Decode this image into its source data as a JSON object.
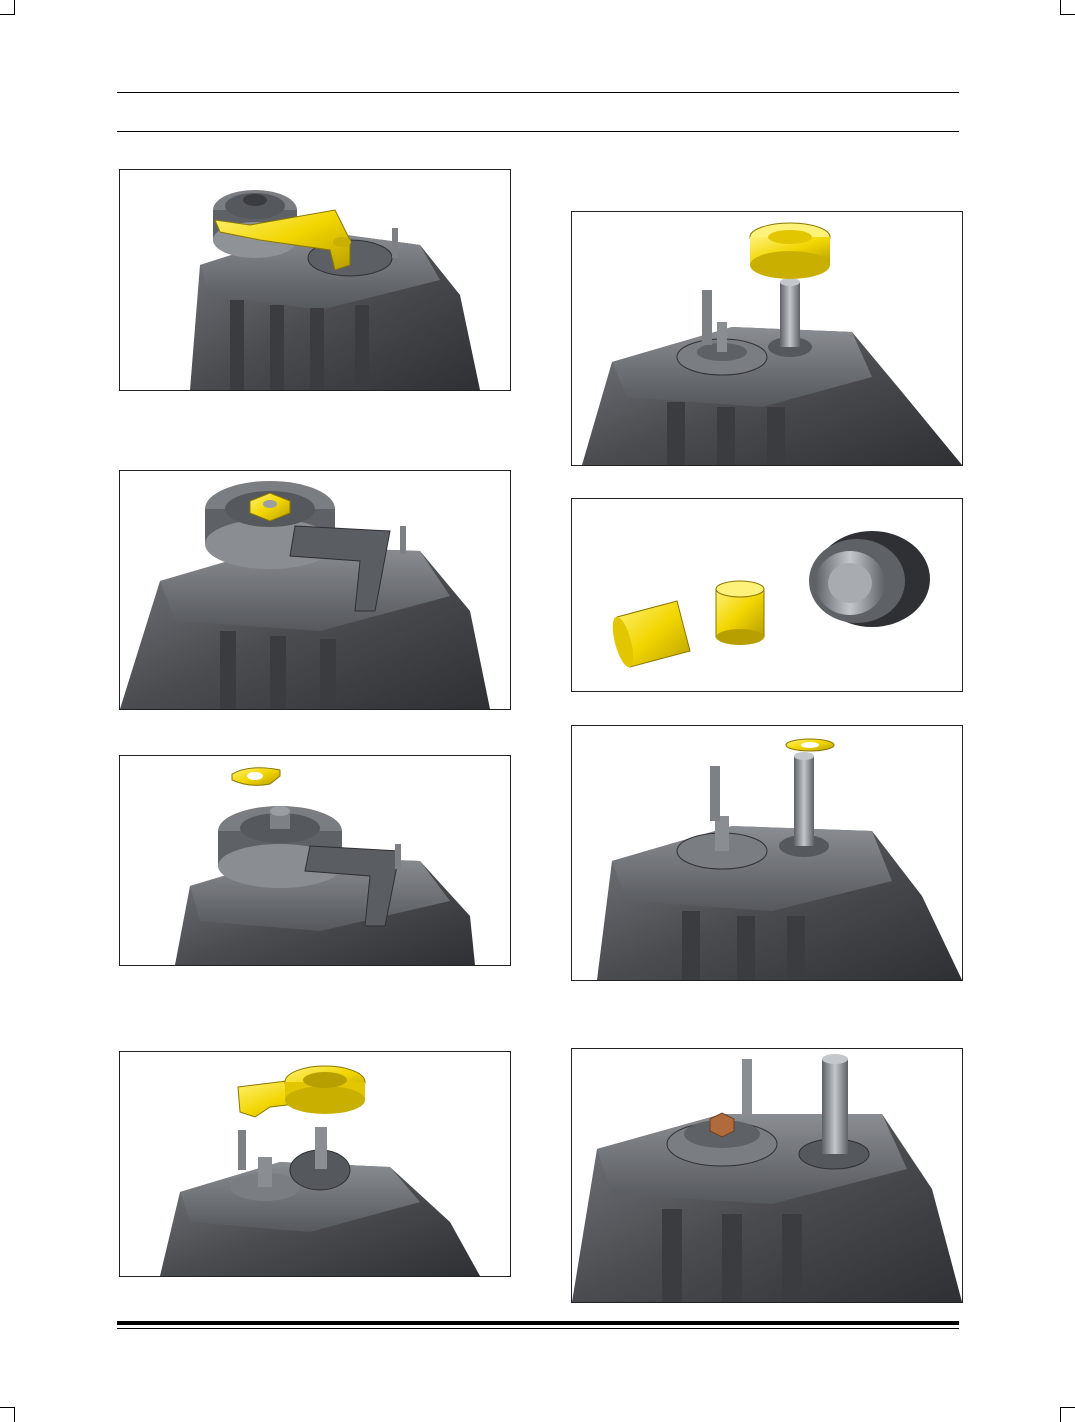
{
  "page": {
    "background": "#ffffff",
    "ink": "#000000"
  },
  "colors": {
    "housing": "#4a4c50",
    "housing_light": "#6b6e73",
    "housing_dark": "#2e3033",
    "highlight_part": "#f2d600",
    "highlight_dark": "#b89f00",
    "copper_nut": "#b06a3c",
    "steel": "#9a9da2"
  },
  "figures": [
    {
      "id": "fig-1",
      "icon": "gearbox-with-yellow-support-plate-icon"
    },
    {
      "id": "fig-2",
      "icon": "gearbox-with-yellow-nut-icon"
    },
    {
      "id": "fig-3",
      "icon": "gearbox-with-yellow-thrust-washer-icon"
    },
    {
      "id": "fig-4",
      "icon": "gearbox-with-yellow-bracket-lifted-icon"
    },
    {
      "id": "fig-5",
      "icon": "gearbox-with-yellow-gear-lifted-icon"
    },
    {
      "id": "fig-6",
      "icon": "bushing-sleeve-and-gear-exploded-icon"
    },
    {
      "id": "fig-7",
      "icon": "gearbox-with-yellow-washer-lifted-icon"
    },
    {
      "id": "fig-8",
      "icon": "gearbox-with-copper-nut-icon"
    }
  ]
}
